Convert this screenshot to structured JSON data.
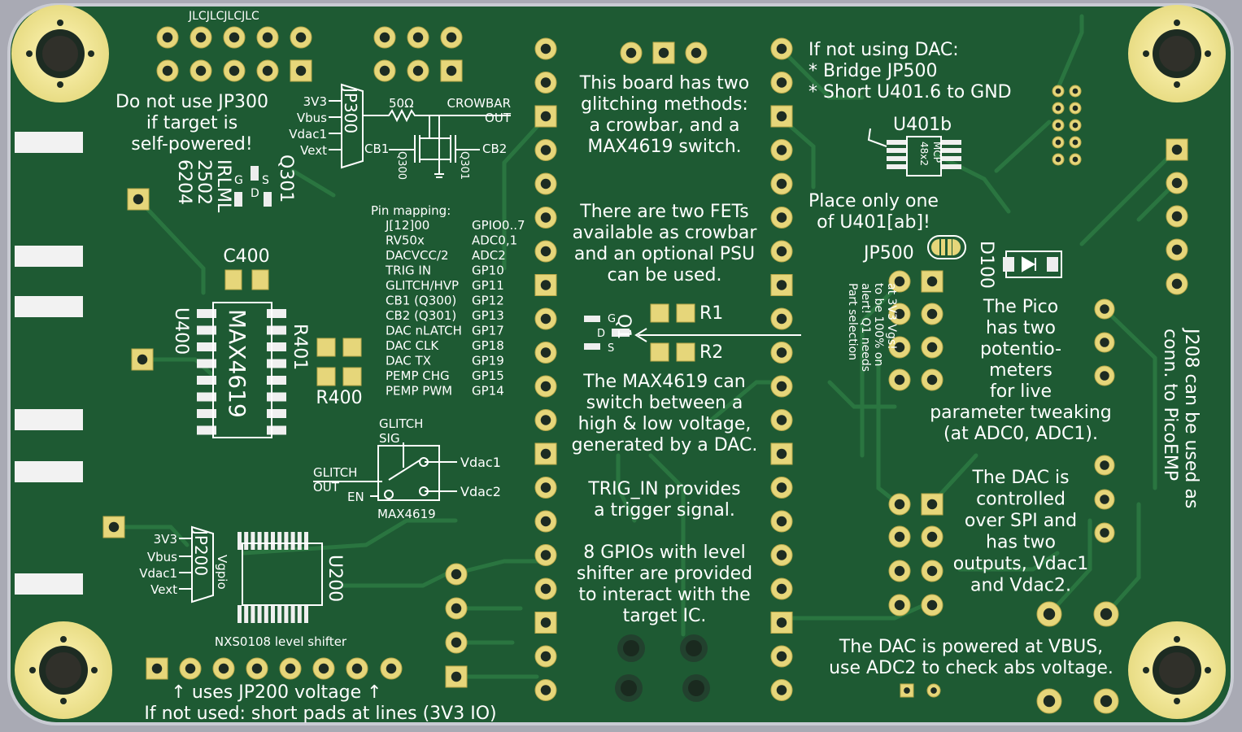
{
  "board": {
    "colors": {
      "board": "#1e5a33",
      "edge": "#c9cbd3",
      "trace": "#2a7540",
      "pad": "#e6d67a",
      "silk": "#ffffff",
      "background": "#a9aab4"
    }
  },
  "texts": {
    "jlc": "JLCJLCJLCJLC",
    "jp300_warning": [
      "Do not use JP300",
      "if target is",
      "self-powered!"
    ],
    "irlml": [
      "IRLML",
      "2502",
      "6204"
    ],
    "q301": "Q301",
    "q300": "Q300",
    "jp300": "JP300",
    "jp300_inputs": [
      "3V3",
      "Vbus",
      "Vdac1",
      "Vext"
    ],
    "res_50": "50Ω",
    "crowbar_out": [
      "CROWBAR",
      "OUT"
    ],
    "cb1": "CB1",
    "cb2": "CB2",
    "fet_g": "G",
    "fet_s": "S",
    "fet_d": "D",
    "c400": "C400",
    "u400": "U400",
    "max4619": "MAX4619",
    "r401": "R401",
    "r400": "R400",
    "pin_mapping_title": "Pin mapping:",
    "pin_mapping": [
      {
        "signal": "J[12]00",
        "gpio": "GPIO0..7"
      },
      {
        "signal": "RV50x",
        "gpio": "ADC0,1"
      },
      {
        "signal": "DACVCC/2",
        "gpio": "ADC2"
      },
      {
        "signal": "TRIG IN",
        "gpio": "GP10"
      },
      {
        "signal": "GLITCH/HVP",
        "gpio": "GP11"
      },
      {
        "signal": "CB1 (Q300)",
        "gpio": "GP12"
      },
      {
        "signal": "CB2 (Q301)",
        "gpio": "GP13"
      },
      {
        "signal": "DAC nLATCH",
        "gpio": "GP17"
      },
      {
        "signal": "DAC CLK",
        "gpio": "GP18"
      },
      {
        "signal": "DAC TX",
        "gpio": "GP19"
      },
      {
        "signal": "PEMP CHG",
        "gpio": "GP15"
      },
      {
        "signal": "PEMP PWM",
        "gpio": "GP14"
      }
    ],
    "switch_glitch_sig": [
      "GLITCH",
      "SIG"
    ],
    "switch_glitch_out": [
      "GLITCH",
      "OUT"
    ],
    "switch_en": "EN",
    "switch_vdac1": "Vdac1",
    "switch_vdac2": "Vdac2",
    "switch_ic": "MAX4619",
    "jp200": "JP200",
    "jp200_inputs": [
      "3V3",
      "Vbus",
      "Vdac1",
      "Vext"
    ],
    "vgpio": "Vgpio",
    "u200": "U200",
    "nxs": "NXS0108 level shifter",
    "jp200_note": "↑ uses JP200 voltage ↑",
    "short_note": "If not used: short pads at lines (3V3 IO)",
    "center_glitch": [
      "This board has two",
      "glitching methods:",
      "a crowbar, and a",
      "MAX4619 switch."
    ],
    "center_fets": [
      "There are two FETs",
      "available as crowbar",
      "and an optional PSU",
      "can be used."
    ],
    "center_max": [
      "The MAX4619 can",
      "switch between a",
      "high & low voltage,",
      "generated by a DAC."
    ],
    "center_trig": [
      "TRIG_IN provides",
      "a trigger signal."
    ],
    "center_gpio": [
      "8 GPIOs with level",
      "shifter are provided",
      "to interact with the",
      "target IC."
    ],
    "q1": "Q1",
    "r1": "R1",
    "r2": "R2",
    "part_alert": [
      "Part selection",
      "alert! Q1 needs",
      "to be 100% on",
      "at 3V3 Vgs!"
    ],
    "dac_note": [
      "If not using DAC:",
      "* Bridge JP500",
      "* Short U401.6 to GND"
    ],
    "u401b": "U401b",
    "mcp": [
      "MCP",
      "48x2"
    ],
    "place_one": [
      "Place only one",
      "of U401[ab]!"
    ],
    "jp500": "JP500",
    "d100": "D100",
    "pico": [
      "The Pico",
      "has two",
      "potentio-",
      "meters",
      "for live",
      "parameter tweaking",
      "(at ADC0, ADC1)."
    ],
    "dac_spi": [
      "The DAC is",
      "controlled",
      "over SPI and",
      "has two",
      "outputs, Vdac1",
      "and Vdac2."
    ],
    "j208": [
      "J208 can be used as",
      "conn. to PicoEMP"
    ],
    "dac_power": [
      "The DAC is powered at VBUS,",
      "use ADC2 to check abs voltage."
    ]
  }
}
